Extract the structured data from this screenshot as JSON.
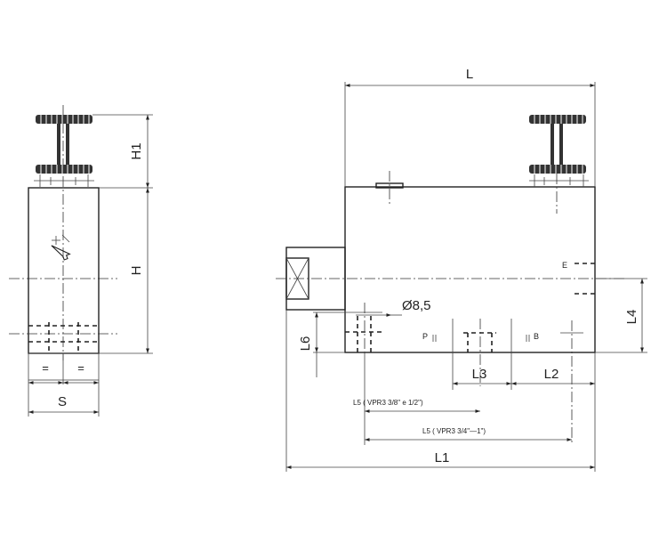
{
  "labels": {
    "L": "L",
    "L1": "L1",
    "L2": "L2",
    "L3": "L3",
    "L4": "L4",
    "L5_small": "L5 ( VPR3 3/8\" e 1/2\")",
    "L5_large": "L5 ( VPR3 3/4\"—1\")",
    "L6": "L6",
    "H": "H",
    "H1": "H1",
    "S": "S",
    "diameter": "Ø8,5",
    "port_P": "P",
    "port_B": "B",
    "port_E": "E",
    "equal": "="
  },
  "icons": {
    "knob": "adjustment-knob-icon",
    "arrow": "adjustable-arrow-icon"
  }
}
